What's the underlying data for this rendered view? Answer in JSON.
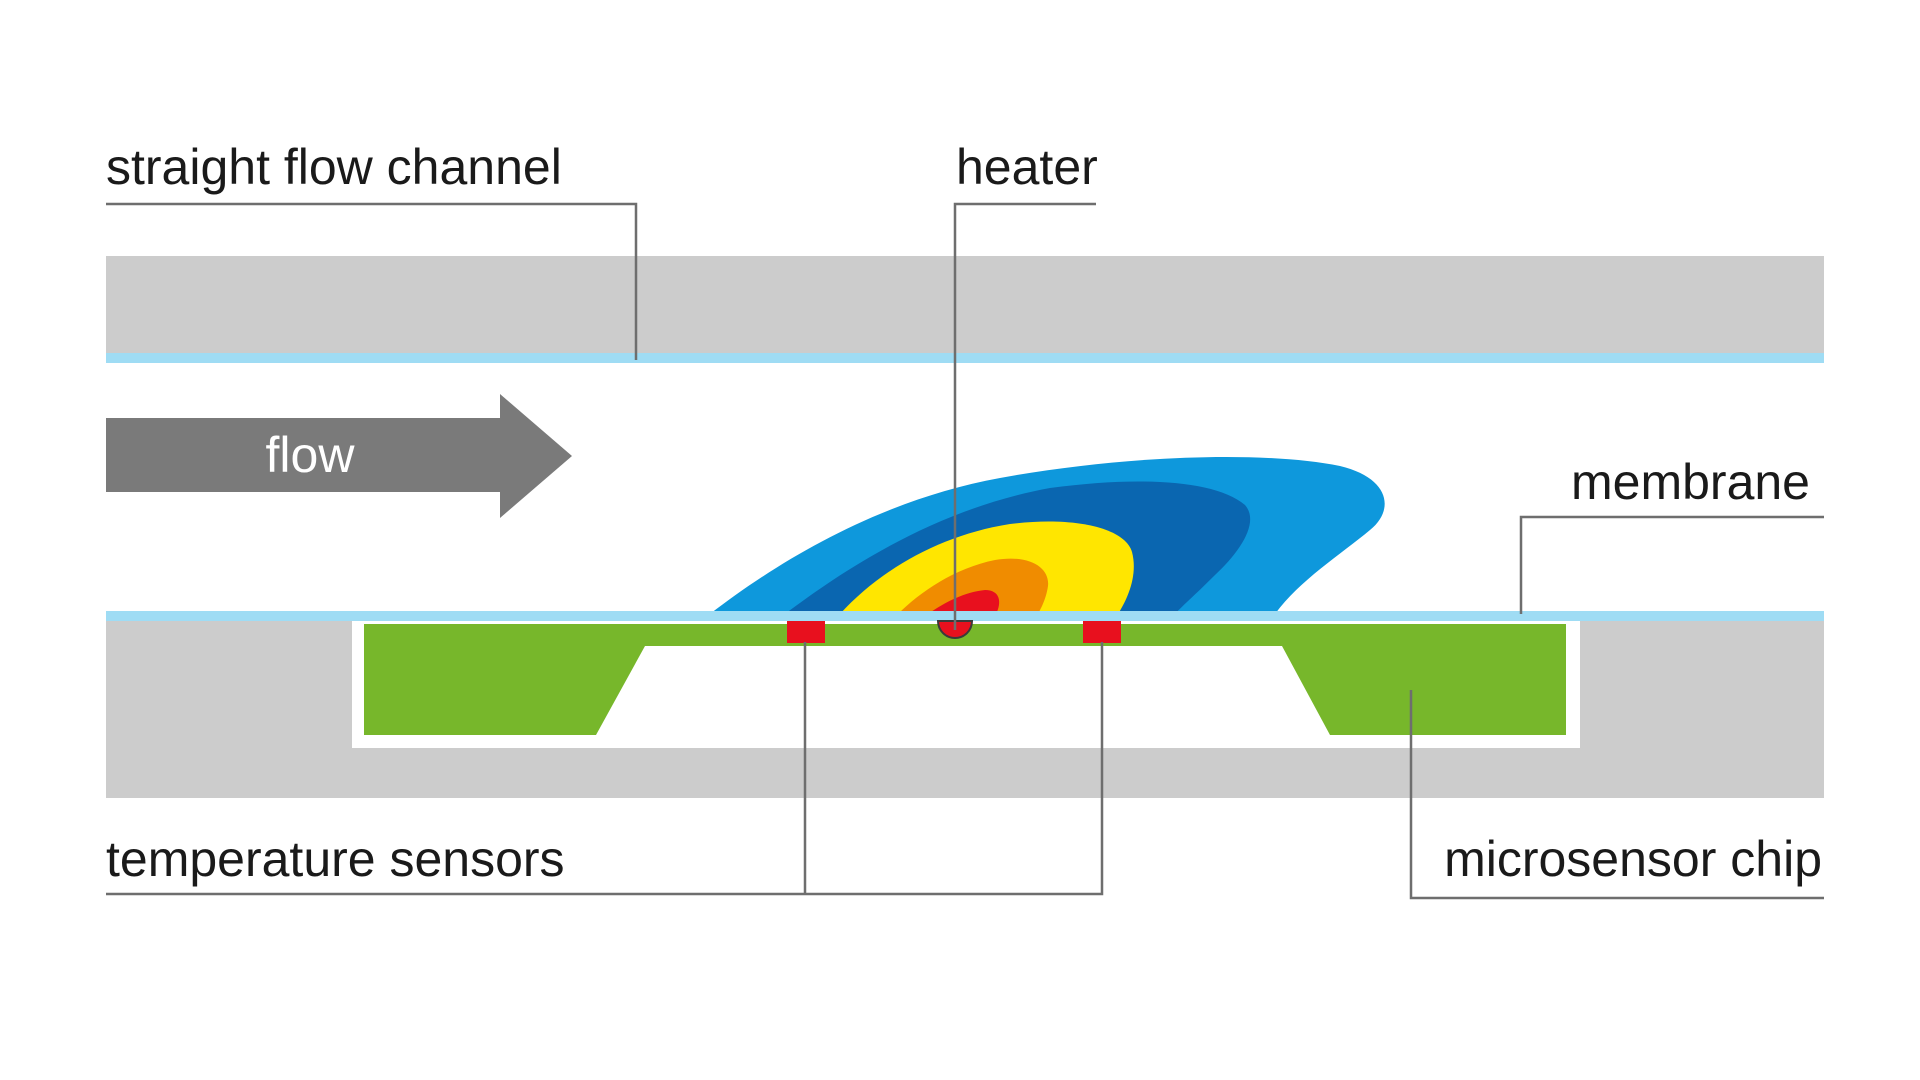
{
  "labels": {
    "channel": "straight flow channel",
    "heater": "heater",
    "flow": "flow",
    "membrane": "membrane",
    "sensors": "temperature sensors",
    "chip": "microsensor chip"
  },
  "colors": {
    "wall": "#cccccc",
    "membrane_line": "#9fdcf4",
    "flow_arrow": "#7a7a7a",
    "chip": "#77b72b",
    "sensor": "#e8101e",
    "heat_outer": "#0e98dc",
    "heat_mid": "#0a66b0",
    "heat_inner": "#ffe600",
    "heat_hot": "#f08c00",
    "heat_core": "#e8101e"
  },
  "icons": {
    "flow_arrow": "right-arrow-icon"
  }
}
